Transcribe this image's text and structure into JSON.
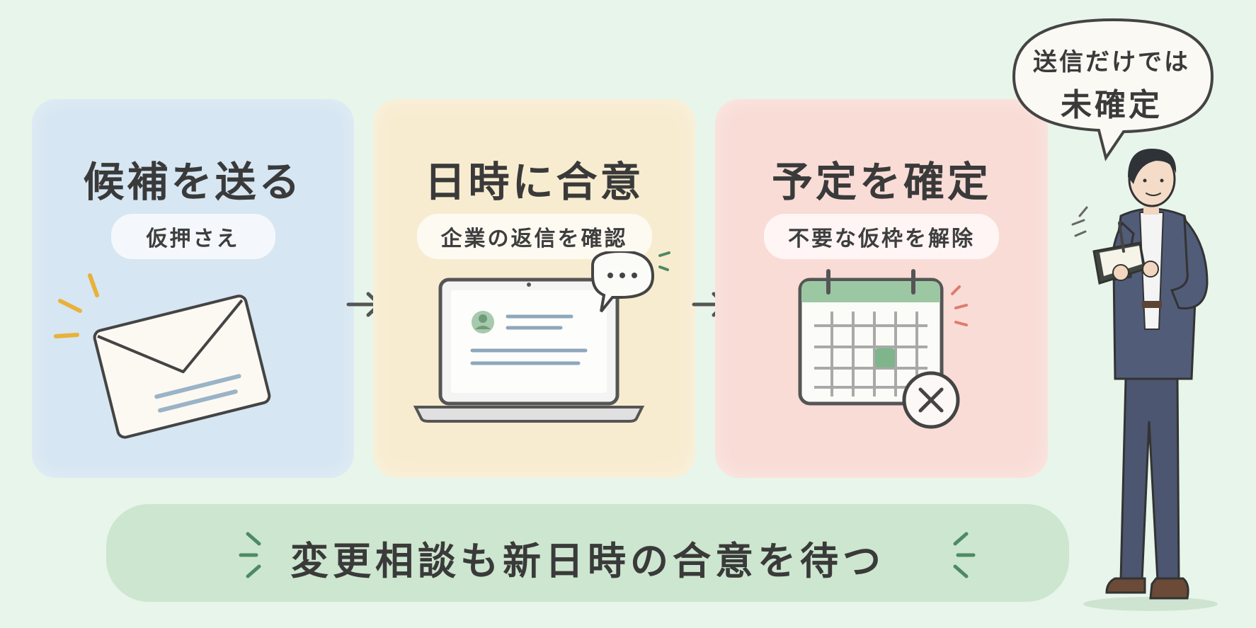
{
  "steps": [
    {
      "title": "候補を送る",
      "subtitle": "仮押さえ",
      "illustration": "envelope-icon"
    },
    {
      "title": "日時に合意",
      "subtitle": "企業の返信を確認",
      "illustration": "laptop-chat-icon"
    },
    {
      "title": "予定を確定",
      "subtitle": "不要な仮枠を解除",
      "illustration": "calendar-cancel-icon"
    }
  ],
  "banner": {
    "text": "変更相談も新日時の合意を待つ"
  },
  "speech_bubble": {
    "line1": "送信だけでは",
    "line2": "未確定"
  },
  "colors": {
    "background": "#e8f5ea",
    "step1": "#d6e6f2",
    "step2": "#f8ecd0",
    "step3": "#f9dcd6",
    "banner": "#cde6cf"
  }
}
